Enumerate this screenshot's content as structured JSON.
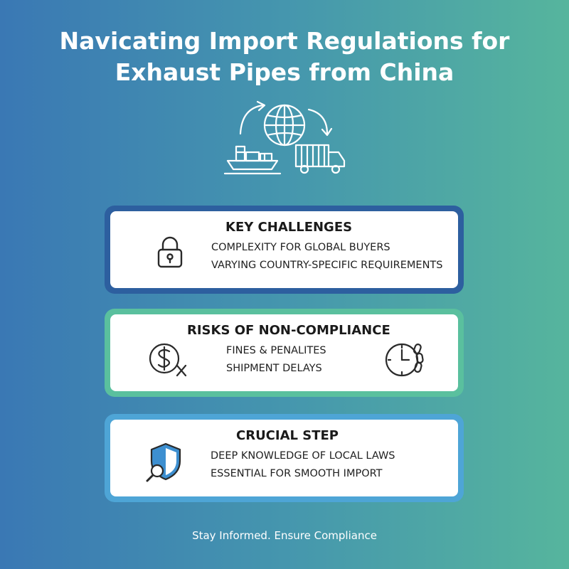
{
  "title": {
    "line1": "Navicating Import Regulations for",
    "line2": "Exhaust Pipes from China"
  },
  "hero_icons": [
    "ship-icon",
    "globe-icon",
    "truck-icon",
    "circular-arrows-icon"
  ],
  "cards": [
    {
      "heading": "KEY CHALLENGES",
      "lines": [
        "COMPLEXITY FOR GLOBAL BUYERS",
        "VARYING COUNTRY-SPECIFIC REQUIREMENTS"
      ],
      "icon": "padlock-icon",
      "border_color": "#2d5f9f"
    },
    {
      "heading": "RISKS OF NON-COMPLIANCE",
      "lines": [
        "FINES & PENALITES",
        "SHIPMENT DELAYS"
      ],
      "icons": [
        "dollar-fine-icon",
        "clock-chain-icon"
      ],
      "border_color": "#5ac09e"
    },
    {
      "heading": "CRUCIAL STEP",
      "lines": [
        "DEEP KNOWLEDGE OF LOCAL LAWS",
        "ESSENTIAL FOR SMOOTH IMPORT"
      ],
      "icon": "shield-magnifier-icon",
      "border_color": "#4ea5d6"
    }
  ],
  "footer": "Stay Informed. Ensure Compliance"
}
